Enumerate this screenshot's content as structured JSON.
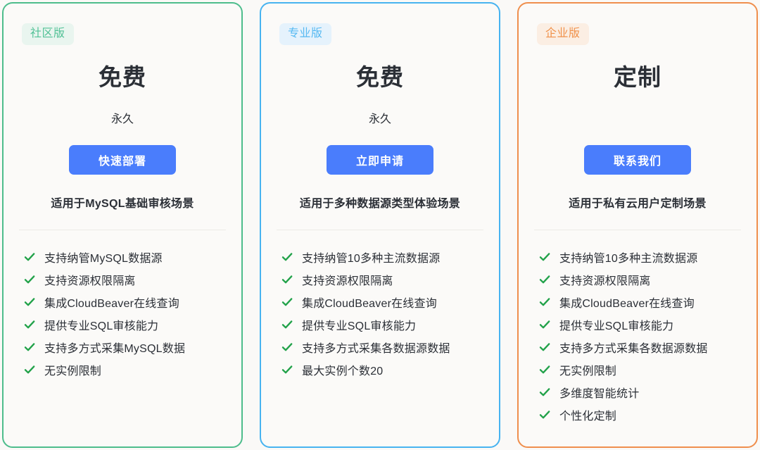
{
  "page": {
    "background_color": "#faf9f7",
    "cta_color": "#4a7dfc",
    "check_color": "#22a24a"
  },
  "plans": [
    {
      "id": "community",
      "badge": "社区版",
      "badge_bg": "#e9f5ef",
      "badge_color": "#52c196",
      "border_color": "#4dbd8c",
      "price": "免费",
      "period": "永久",
      "cta_label": "快速部署",
      "scenario": "适用于MySQL基础审核场景",
      "features": [
        "支持纳管MySQL数据源",
        "支持资源权限隔离",
        "集成CloudBeaver在线查询",
        "提供专业SQL审核能力",
        "支持多方式采集MySQL数据",
        "无实例限制"
      ]
    },
    {
      "id": "professional",
      "badge": "专业版",
      "badge_bg": "#e5f2fc",
      "badge_color": "#56b9f2",
      "border_color": "#47b3f0",
      "price": "免费",
      "period": "永久",
      "cta_label": "立即申请",
      "scenario": "适用于多种数据源类型体验场景",
      "features": [
        "支持纳管10多种主流数据源",
        "支持资源权限隔离",
        "集成CloudBeaver在线查询",
        "提供专业SQL审核能力",
        "支持多方式采集各数据源数据",
        "最大实例个数20"
      ]
    },
    {
      "id": "enterprise",
      "badge": "企业版",
      "badge_bg": "#fbeee3",
      "badge_color": "#f0914a",
      "border_color": "#ef8f4d",
      "price": "定制",
      "period": "",
      "cta_label": "联系我们",
      "scenario": "适用于私有云用户定制场景",
      "features": [
        "支持纳管10多种主流数据源",
        "支持资源权限隔离",
        "集成CloudBeaver在线查询",
        "提供专业SQL审核能力",
        "支持多方式采集各数据源数据",
        "无实例限制",
        "多维度智能统计",
        "个性化定制"
      ]
    }
  ]
}
